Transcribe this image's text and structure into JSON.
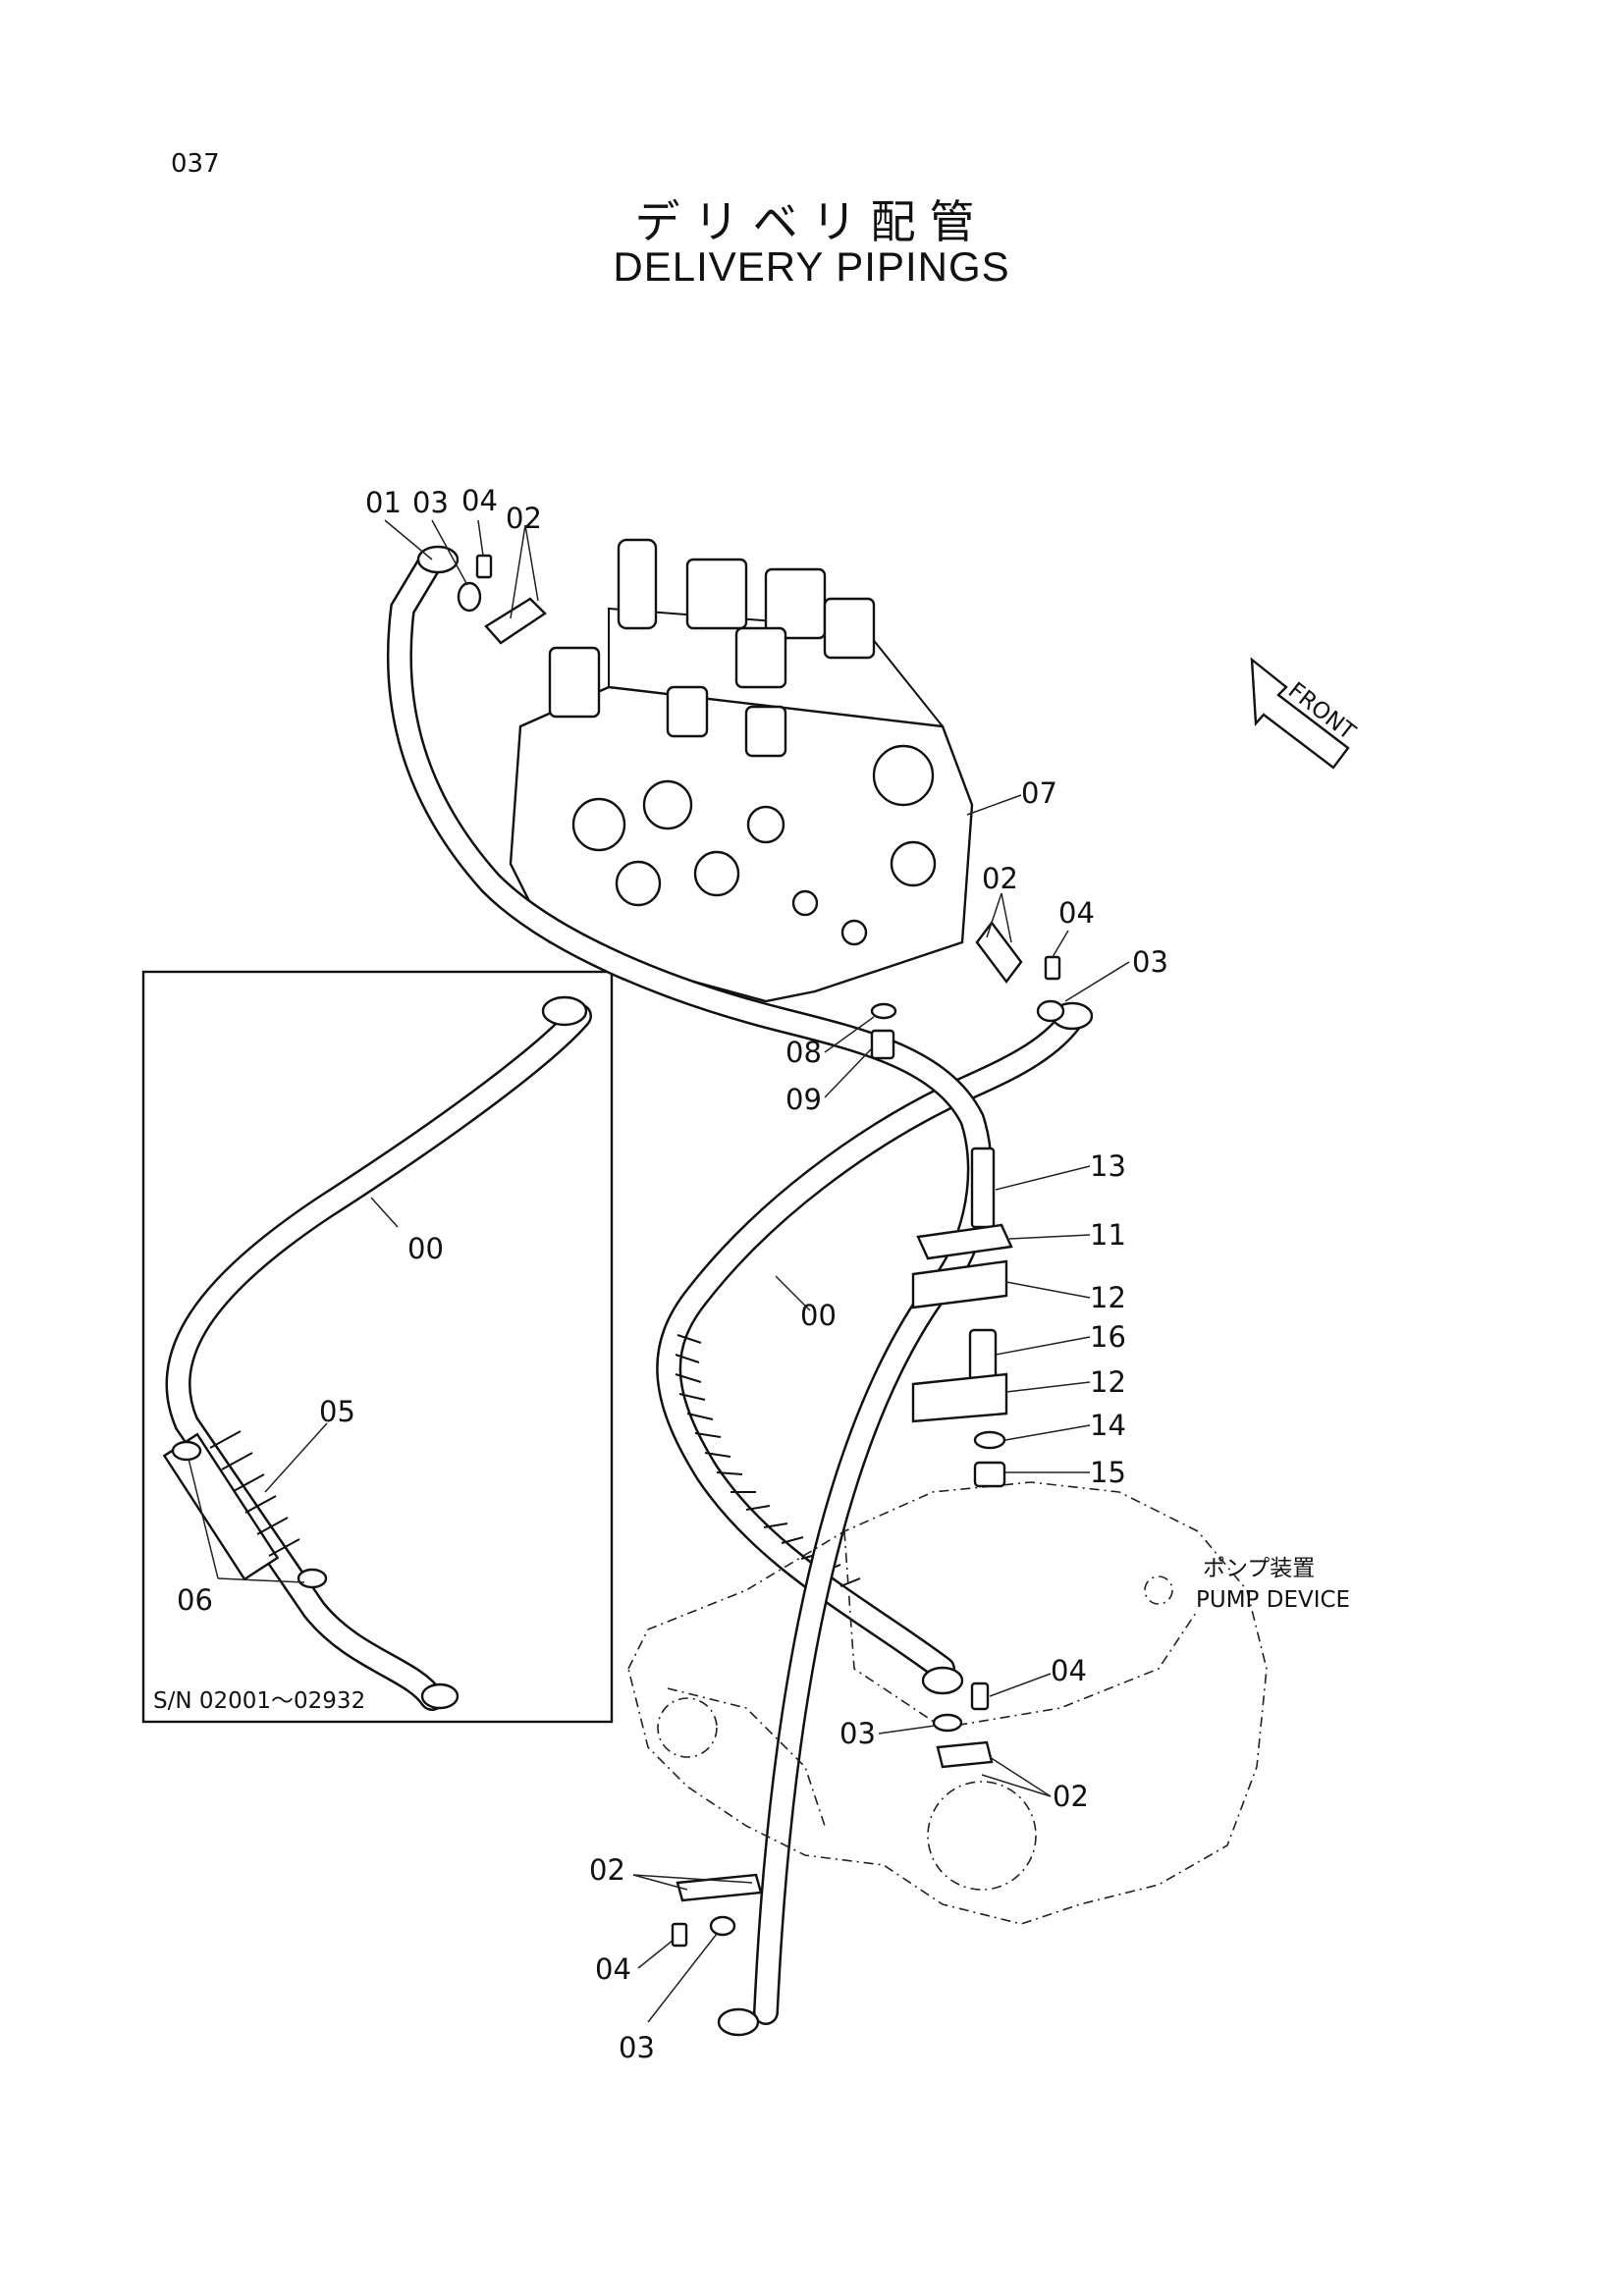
{
  "page": {
    "number": "037"
  },
  "title": {
    "jp": "デリベリ配管",
    "en": "DELIVERY PIPINGS"
  },
  "inset": {
    "serial": "S/N  02001～02932"
  },
  "direction": {
    "label": "FRONT"
  },
  "pump": {
    "label_jp": "ポンプ装置",
    "label_en": "PUMP DEVICE"
  },
  "callouts": {
    "c01": "01",
    "c03a": "03",
    "c04a": "04",
    "c02a": "02",
    "c07": "07",
    "c02b": "02",
    "c04b": "04",
    "c03b": "03",
    "c08": "08",
    "c09": "09",
    "c13": "13",
    "c11": "11",
    "c12a": "12",
    "c16": "16",
    "c12b": "12",
    "c14": "14",
    "c15": "15",
    "c00a": "00",
    "c00b": "00",
    "c05": "05",
    "c06": "06",
    "c04c": "04",
    "c03c": "03",
    "c02c": "02",
    "c02d": "02",
    "c04d": "04",
    "c03d": "03"
  }
}
